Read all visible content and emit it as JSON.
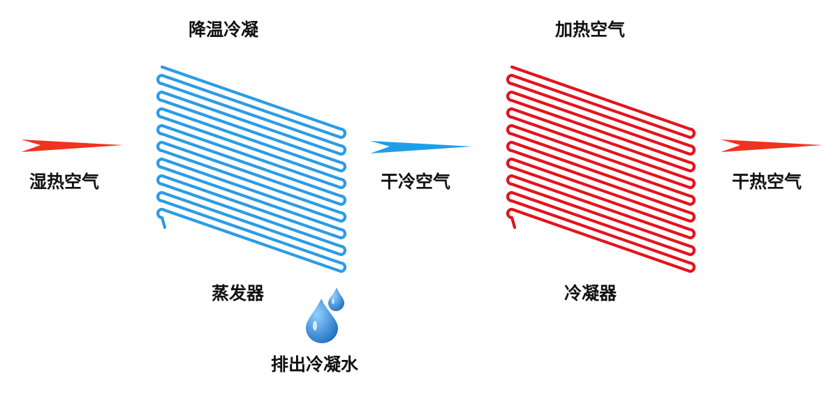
{
  "labels": {
    "cooling_condensing": "降温冷凝",
    "heating_air": "加热空气",
    "humid_hot_air": "湿热空气",
    "dry_cold_air": "干冷空气",
    "dry_hot_air": "干热空气",
    "evaporator": "蒸发器",
    "condenser": "冷凝器",
    "drain_condensate": "排出冷凝水"
  },
  "colors": {
    "evaporator_coil": "#2b9ce6",
    "condenser_coil": "#e3141c",
    "hot_arrow": "#f0321e",
    "cold_arrow": "#1f9ee8",
    "water_drop": "#2f7fc8"
  },
  "coils": {
    "evaporator_passes": 9,
    "condenser_passes": 9
  }
}
